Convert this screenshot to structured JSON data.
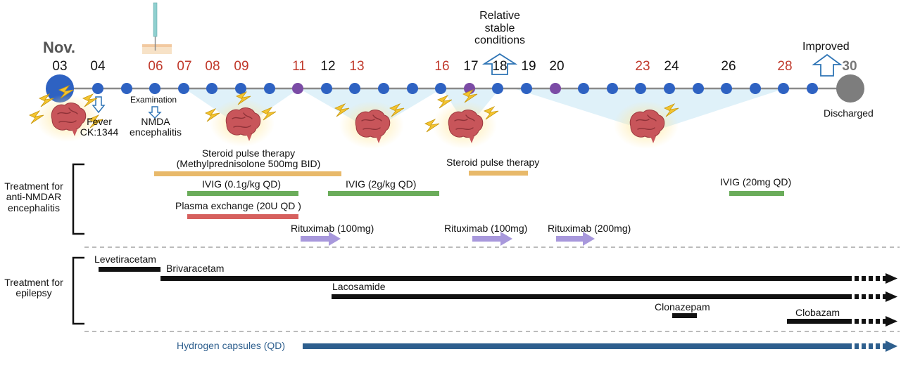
{
  "header": {
    "month": "Nov.",
    "days": [
      {
        "label": "03",
        "tone": "normal"
      },
      {
        "label": "04",
        "tone": "normal"
      },
      {
        "label": "06",
        "tone": "red"
      },
      {
        "label": "07",
        "tone": "red"
      },
      {
        "label": "08",
        "tone": "red"
      },
      {
        "label": "09",
        "tone": "red"
      },
      {
        "label": "11",
        "tone": "red"
      },
      {
        "label": "12",
        "tone": "normal"
      },
      {
        "label": "13",
        "tone": "red"
      },
      {
        "label": "16",
        "tone": "red"
      },
      {
        "label": "17",
        "tone": "normal"
      },
      {
        "label": "18",
        "tone": "normal"
      },
      {
        "label": "19",
        "tone": "normal"
      },
      {
        "label": "20",
        "tone": "normal"
      },
      {
        "label": "23",
        "tone": "red"
      },
      {
        "label": "24",
        "tone": "normal"
      },
      {
        "label": "26",
        "tone": "normal"
      },
      {
        "label": "28",
        "tone": "red"
      },
      {
        "label": "30",
        "tone": "gray"
      }
    ]
  },
  "events": {
    "fever_line1": "Fever",
    "fever_line2": "CK:1344",
    "examination": "Examination",
    "diagnosis_line1": "NMDA",
    "diagnosis_line2": "encephalitis",
    "stable_line1": "Relative",
    "stable_line2": "stable",
    "stable_line3": "conditions",
    "improved": "Improved",
    "discharged": "Discharged"
  },
  "categories": {
    "nmdar_line1": "Treatment for",
    "nmdar_line2": "anti-NMDAR",
    "nmdar_line3": "encephalitis",
    "epilepsy_line1": "Treatment for",
    "epilepsy_line2": "epilepsy"
  },
  "treatments": {
    "steroid1_line1": "Steroid pulse therapy",
    "steroid1_line2": "(Methylprednisolone 500mg BID)",
    "steroid2": "Steroid pulse therapy",
    "ivig1": "IVIG (0.1g/kg QD)",
    "ivig2": "IVIG (2g/kg QD)",
    "ivig3": "IVIG (20mg QD)",
    "plasma": "Plasma exchange (20U QD )",
    "rituximab1": "Rituximab (100mg)",
    "rituximab2": "Rituximab (100mg)",
    "rituximab3": "Rituximab (200mg)"
  },
  "drugs": {
    "levetiracetam": "Levetiracetam",
    "brivaracetam": "Brivaracetam",
    "lacosamide": "Lacosamide",
    "clonazepam": "Clonazepam",
    "clobazam": "Clobazam",
    "hydrogen": "Hydrogen capsules (QD)"
  },
  "colors": {
    "timeline": "#8a8a8a",
    "dot": "#2e62c2",
    "dot_purple": "#7b4ba5",
    "discharge": "#7d7d7d",
    "fan": "#d9eff8",
    "steroid": "#e8b96a",
    "ivig": "#6aac5a",
    "plasma": "#d6605e",
    "rituximab": "#a898dc",
    "epilepsy_bar": "#111111",
    "hydrogen": "#2e5f8e",
    "brain": "#c8555a",
    "arrow_outline": "#2e74b5",
    "red_day": "#c0392b"
  }
}
